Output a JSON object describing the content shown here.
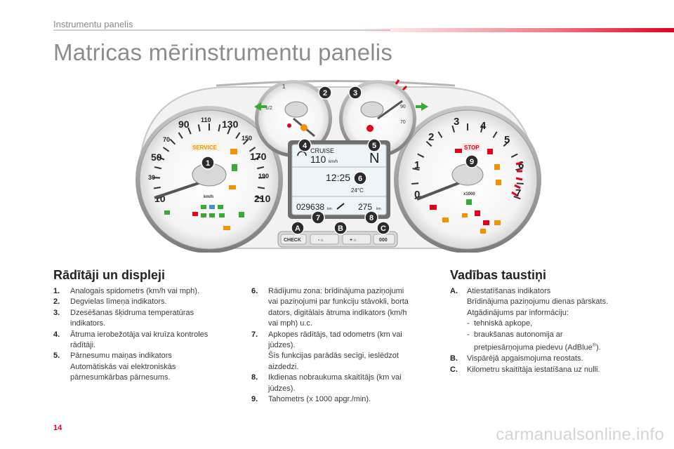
{
  "header": {
    "section": "Instrumentu panelis",
    "title": "Matricas mērinstrumentu panelis"
  },
  "dashboard": {
    "markers": [
      "1",
      "2",
      "3",
      "4",
      "5",
      "6",
      "7",
      "8",
      "9",
      "A",
      "B",
      "C"
    ],
    "speedo_ticks": [
      "10",
      "30",
      "50",
      "70",
      "90",
      "110",
      "130",
      "150",
      "170",
      "190",
      "210"
    ],
    "speedo_unit": "km/h",
    "service_label": "SERVICE",
    "tacho_ticks": [
      "0",
      "1",
      "2",
      "3",
      "4",
      "5",
      "6",
      "7"
    ],
    "tacho_unit": "x1000",
    "stop_label": "STOP",
    "fuel_half": "1/2",
    "fuel_full": "1",
    "temp_high": "90",
    "temp_low": "70",
    "display": {
      "cruise_label": "CRUISE",
      "cruise_speed": "110",
      "cruise_unit": "km/h",
      "gear": "N",
      "clock": "12:25",
      "outside_temp": "24°C",
      "odometer": "029638",
      "odometer_unit": "km",
      "range": "275",
      "range_unit": "km"
    },
    "buttons": {
      "check": "CHECK",
      "minus": "-☼",
      "plus": "+☼",
      "zero": "000"
    }
  },
  "gauges_section": {
    "heading": "Rādītāji un displeji",
    "items_left": [
      {
        "num": "1.",
        "lines": [
          "Analogais spidometrs (km/h vai mph)."
        ]
      },
      {
        "num": "2.",
        "lines": [
          "Degvielas līmeņa indikators."
        ]
      },
      {
        "num": "3.",
        "lines": [
          "Dzesēšanas šķidruma temperatūras",
          "indikators."
        ]
      },
      {
        "num": "4.",
        "lines": [
          "Ātruma ierobežotāja vai kruīza kontroles",
          "rādītāji."
        ]
      },
      {
        "num": "5.",
        "lines": [
          "Pārnesumu maiņas indikators",
          "Automātiskās vai elektroniskās",
          "pārnesumkārbas pārnesums."
        ]
      }
    ],
    "items_right": [
      {
        "num": "6.",
        "lines": [
          "Rādījumu zona: brīdinājuma paziņojumi",
          "vai paziņojumi par funkciju stāvokli, borta",
          "dators, digitālais ātruma indikators (km/h",
          "vai mph) u.c."
        ]
      },
      {
        "num": "7.",
        "lines": [
          "Apkopes rādītājs, tad odometrs (km vai",
          "jūdzes).",
          "Šīs funkcijas parādās secīgi, ieslēdzot",
          "aizdedzi."
        ]
      },
      {
        "num": "8.",
        "lines": [
          "Ikdienas nobraukuma skaitītājs (km vai",
          "jūdzes)."
        ]
      },
      {
        "num": "9.",
        "lines": [
          "Tahometrs (x 1000 apgr./min)."
        ]
      }
    ]
  },
  "controls_section": {
    "heading": "Vadības taustiņi",
    "item_a": {
      "num": "A.",
      "line1": "Atiestatīšanas indikators",
      "line2": "Brīdinājuma paziņojumu dienas pārskats.",
      "line3": "Atgādinājums par informāciju:",
      "dash1": "tehniskā apkope,",
      "dash2": "braukšanas autonomija ar",
      "dash2b": "pretpiesārņojuma piedevu (AdBlue",
      "reg": "®",
      "dash2c": ")."
    },
    "item_b": {
      "num": "B.",
      "text": "Vispārējā apgaismojuma reostats."
    },
    "item_c": {
      "num": "C.",
      "text": "Kilometru skaitītāja iestatīšana uz nulli."
    }
  },
  "footer": {
    "page_number": "14",
    "watermark": "carmanualsonline.info"
  },
  "colors": {
    "accent_red": "#e2001a",
    "marker_dark": "#2b2b2b",
    "warning_green": "#3aa935",
    "warning_orange": "#f39200"
  }
}
